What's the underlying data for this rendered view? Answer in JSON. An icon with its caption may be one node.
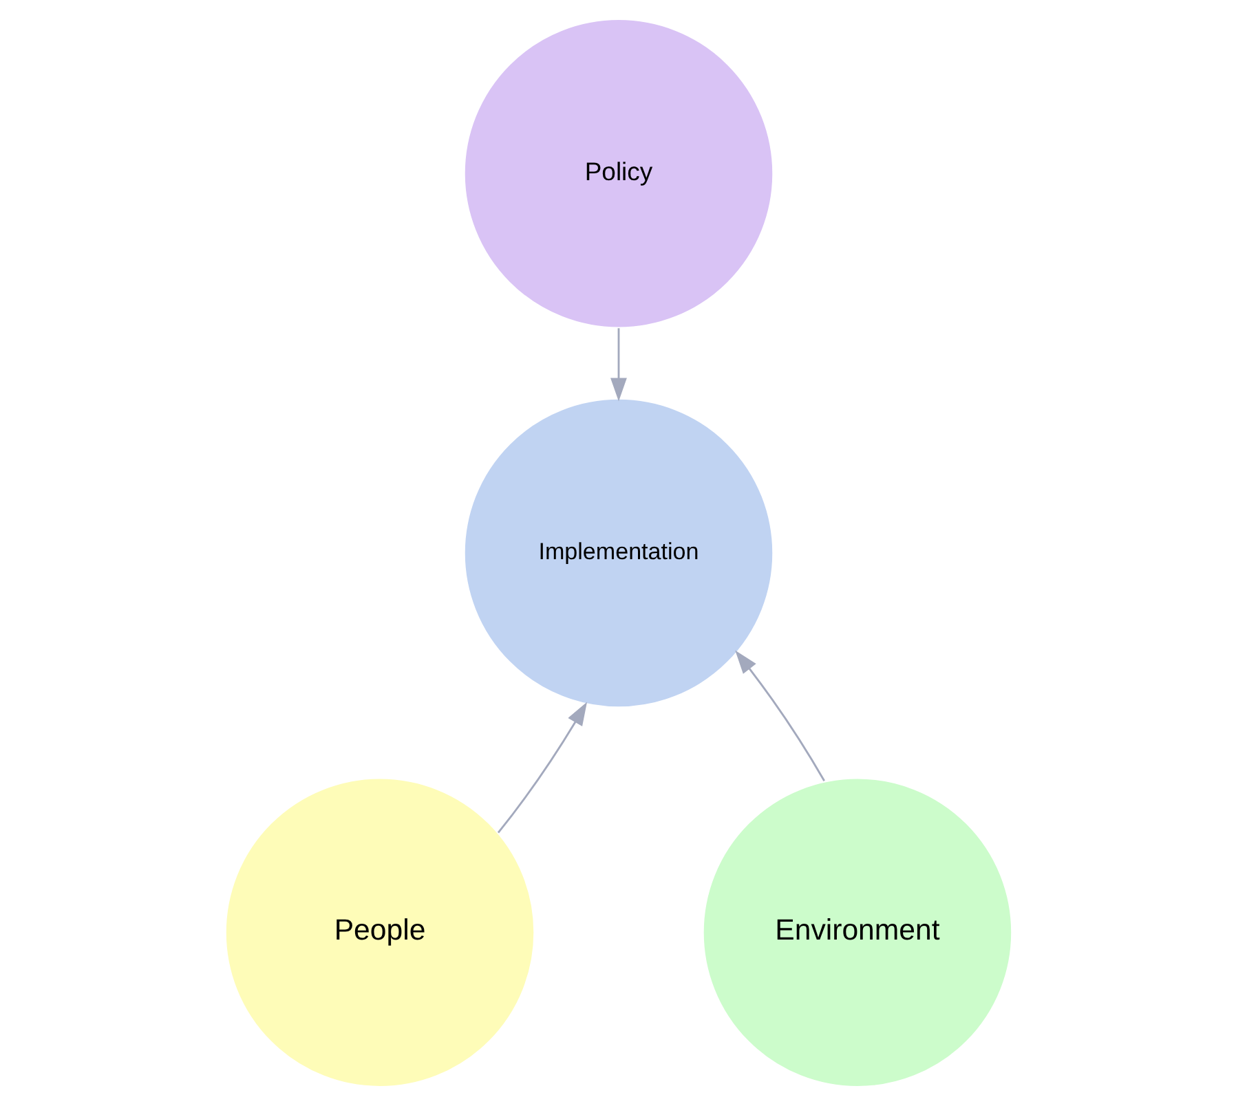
{
  "diagram": {
    "nodes": [
      {
        "text": [
          "Policy"
        ]
      },
      {
        "text": [
          "Implementation"
        ]
      },
      {
        "text": [
          "People"
        ]
      },
      {
        "text": [
          "Environment"
        ]
      }
    ],
    "edges": [
      {
        "from": 0,
        "to": 1,
        "arrow": "to"
      },
      {
        "from": 2,
        "to": 1,
        "arrow": "to"
      },
      {
        "from": 3,
        "to": 1,
        "arrow": "to"
      }
    ]
  }
}
